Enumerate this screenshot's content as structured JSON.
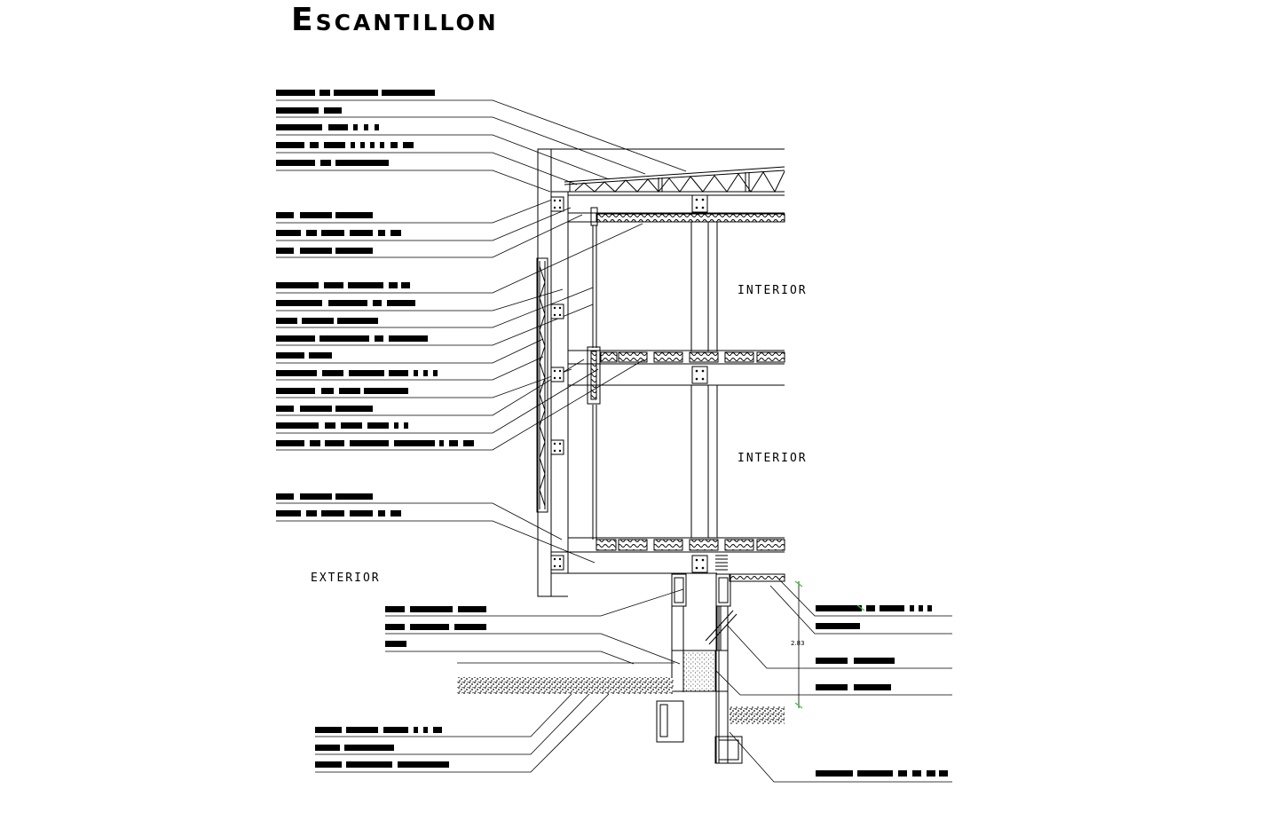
{
  "title": "Escantillon",
  "zones": {
    "interior_upper": "INTERIOR",
    "interior_lower": "INTERIOR",
    "exterior": "EXTERIOR"
  },
  "dimension": "2.83",
  "colors": {
    "ink": "#000000",
    "dimension_marker": "#33cc33"
  }
}
